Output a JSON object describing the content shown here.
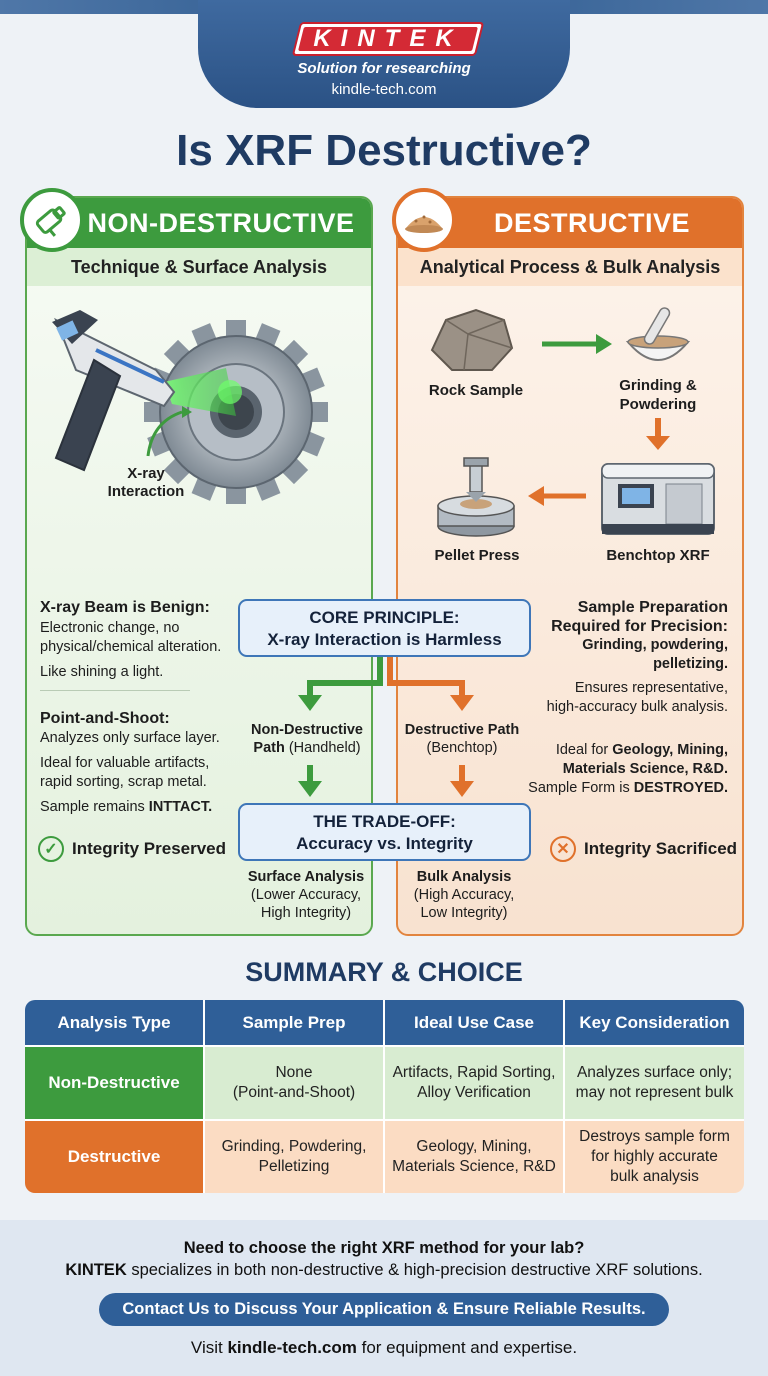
{
  "brand": {
    "logo": "KINTEK",
    "tagline": "Solution for researching",
    "site": "kindle-tech.com"
  },
  "title": "Is XRF Destructive?",
  "left_panel": {
    "heading": "NON-DESTRUCTIVE",
    "subheading": "Technique & Surface Analysis",
    "xray_label_1": "X-ray",
    "xray_label_2": "Interaction",
    "benign_title": "X-ray Beam is Benign:",
    "benign_1": "Electronic change, no",
    "benign_2": "physical/chemical alteration.",
    "benign_3": "Like shining a light.",
    "point_title": "Point-and-Shoot:",
    "point_1": "Analyzes only surface layer.",
    "point_2": "Ideal for valuable artifacts,",
    "point_3": "rapid sorting, scrap metal.",
    "point_4a": "Sample remains ",
    "point_4b": "INTTACT.",
    "status": "Integrity Preserved",
    "status_icon": "check-icon",
    "path_1": "Non-Destructive",
    "path_2": "Path (Handheld)",
    "result_1": "Surface Analysis",
    "result_2": "(Lower Accuracy,",
    "result_3": "High Integrity)"
  },
  "right_panel": {
    "heading": "DESTRUCTIVE",
    "subheading": "Analytical Process & Bulk Analysis",
    "rock": "Rock Sample",
    "grind_1": "Grinding &",
    "grind_2": "Powdering",
    "pellet": "Pellet Press",
    "benchtop": "Benchtop XRF",
    "prep_title_1": "Sample Preparation",
    "prep_title_2": "Required for Precision:",
    "prep_1": "Grinding, powdering,",
    "prep_2": "pelletizing.",
    "prep_3": "Ensures representative,",
    "prep_4": "high-accuracy bulk analysis.",
    "ideal_1a": "Ideal for ",
    "ideal_1b": "Geology, Mining,",
    "ideal_2": "Materials Science, R&D.",
    "ideal_3a": "Sample Form is ",
    "ideal_3b": "DESTROYED.",
    "status": "Integrity Sacrificed",
    "status_icon": "x-circle-icon",
    "path_1": "Destructive Path",
    "path_2": "(Benchtop)",
    "result_1": "Bulk Analysis",
    "result_2": "(High Accuracy,",
    "result_3": "Low Integrity)"
  },
  "core": {
    "line1": "CORE PRINCIPLE:",
    "line2": "X-ray Interaction is Harmless"
  },
  "tradeoff": {
    "line1": "THE TRADE-OFF:",
    "line2": "Accuracy vs. Integrity"
  },
  "summary": {
    "title": "SUMMARY & CHOICE",
    "headers": [
      "Analysis Type",
      "Sample Prep",
      "Ideal Use Case",
      "Key Consideration"
    ],
    "rows": [
      {
        "type": "Non-Destructive",
        "prep_1": "None",
        "prep_2": "(Point-and-Shoot)",
        "use_1": "Artifacts, Rapid Sorting,",
        "use_2": "Alloy Verification",
        "key_1": "Analyzes surface only;",
        "key_2": "may not represent bulk",
        "key_3": ""
      },
      {
        "type": "Destructive",
        "prep_1": "Grinding, Powdering,",
        "prep_2": "Pelletizing",
        "use_1": "Geology, Mining,",
        "use_2": "Materials Science, R&D",
        "key_1": "Destroys sample form",
        "key_2": "for highly accurate",
        "key_3": "bulk analysis"
      }
    ]
  },
  "footer": {
    "question": "Need to choose the right XRF method for your lab?",
    "brand": "KINTEK",
    "statement": " specializes in both non-destructive & high-precision destructive XRF solutions.",
    "cta": "Contact Us to Discuss Your Application & Ensure Reliable Results.",
    "visit_a": "Visit ",
    "visit_b": "kindle-tech.com",
    "visit_c": " for equipment and expertise."
  },
  "colors": {
    "green": "#3d9b3e",
    "orange": "#e0712b",
    "navy": "#1f3b63",
    "blue": "#2f5f98"
  }
}
